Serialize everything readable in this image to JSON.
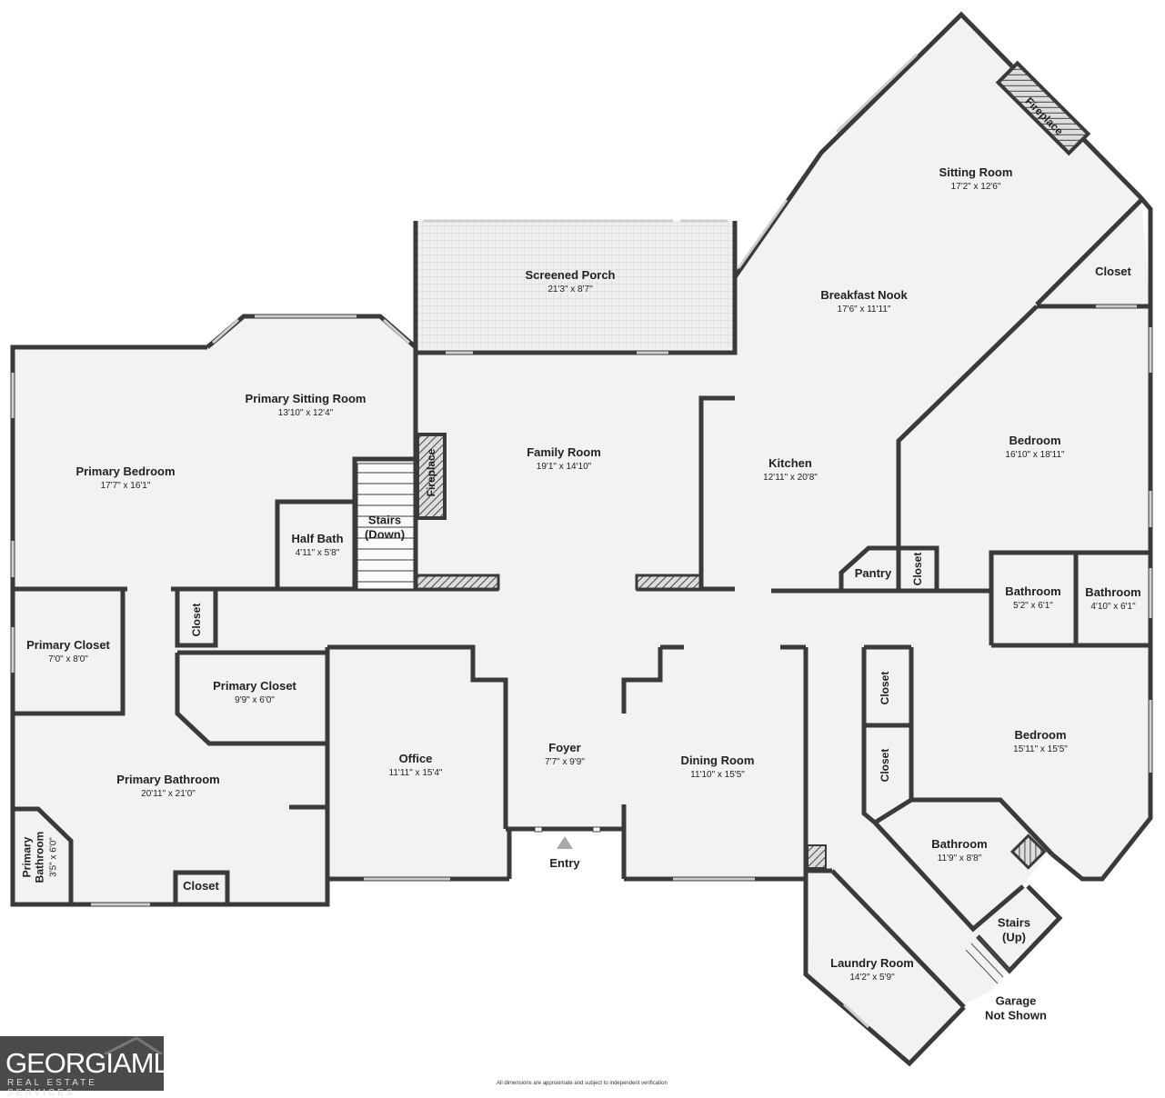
{
  "rooms": {
    "sitting_room": {
      "name": "Sitting Room",
      "dim": "17'2\" x 12'6\""
    },
    "screened_porch": {
      "name": "Screened Porch",
      "dim": "21'3\" x 8'7\""
    },
    "breakfast_nook": {
      "name": "Breakfast Nook",
      "dim": "17'6\" x 11'11\""
    },
    "primary_sitting_room": {
      "name": "Primary Sitting Room",
      "dim": "13'10\" x 12'4\""
    },
    "family_room": {
      "name": "Family Room",
      "dim": "19'1\" x 14'10\""
    },
    "kitchen": {
      "name": "Kitchen",
      "dim": "12'11\" x 20'8\""
    },
    "bedroom_upper": {
      "name": "Bedroom",
      "dim": "16'10\" x 18'11\""
    },
    "primary_bedroom": {
      "name": "Primary Bedroom",
      "dim": "17'7\" x 16'1\""
    },
    "half_bath": {
      "name": "Half Bath",
      "dim": "4'11\" x 5'8\""
    },
    "bathroom_a": {
      "name": "Bathroom",
      "dim": "5'2\" x 6'1\""
    },
    "bathroom_b": {
      "name": "Bathroom",
      "dim": "4'10\" x 6'1\""
    },
    "primary_closet_a": {
      "name": "Primary Closet",
      "dim": "7'0\" x 8'0\""
    },
    "primary_closet_b": {
      "name": "Primary Closet",
      "dim": "9'9\" x 6'0\""
    },
    "bedroom_lower": {
      "name": "Bedroom",
      "dim": "15'11\" x 15'5\""
    },
    "office": {
      "name": "Office",
      "dim": "11'11\" x 15'4\""
    },
    "foyer": {
      "name": "Foyer",
      "dim": "7'7\" x 9'9\""
    },
    "dining_room": {
      "name": "Dining Room",
      "dim": "11'10\" x 15'5\""
    },
    "primary_bathroom": {
      "name": "Primary Bathroom",
      "dim": "20'11\" x 21'0\""
    },
    "bathroom_c": {
      "name": "Bathroom",
      "dim": "11'9\" x 8'8\""
    },
    "primary_bathroom_small": {
      "name1": "Primary",
      "name2": "Bathroom",
      "dim": "3'5\" x 6'0\""
    },
    "laundry_room": {
      "name": "Laundry Room",
      "dim": "14'2\" x 5'9\""
    }
  },
  "labels": {
    "closet": "Closet",
    "pantry": "Pantry",
    "fireplace": "Fireplace",
    "stairs_down_1": "Stairs",
    "stairs_down_2": "(Down)",
    "stairs_up_1": "Stairs",
    "stairs_up_2": "(Up)",
    "entry": "Entry",
    "garage_1": "Garage",
    "garage_2": "Not Shown"
  },
  "logo": {
    "line1": "GEORGIAMLS",
    "line2": "REAL ESTATE SERVICES"
  },
  "footer": "All dimensions are approximate and subject to independent verification",
  "colors": {
    "wall": "#3a3a3a",
    "floor": "#f2f2f2",
    "logo_bg": "#4a4a4a"
  }
}
